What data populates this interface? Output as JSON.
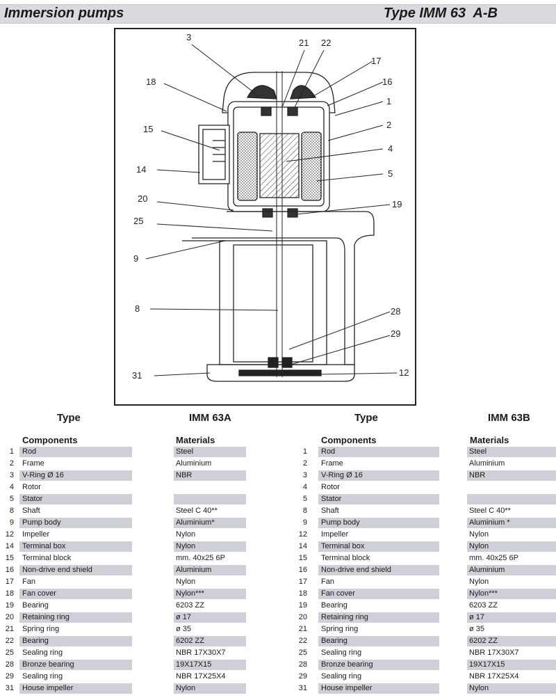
{
  "header": {
    "title": "Immersion pumps",
    "type_title": "Type IMM 63  A-B"
  },
  "drawing": {
    "callouts": [
      "3",
      "21",
      "22",
      "17",
      "18",
      "16",
      "1",
      "2",
      "15",
      "4",
      "14",
      "5",
      "20",
      "19",
      "25",
      "9",
      "8",
      "28",
      "29",
      "31",
      "12"
    ]
  },
  "tables": [
    {
      "type_label": "Type",
      "model": "IMM 63A",
      "components_header": "Components",
      "materials_header": "Materials",
      "rows": [
        {
          "num": "1",
          "component": "Rod",
          "material": "Steel",
          "shaded": true
        },
        {
          "num": "2",
          "component": "Frame",
          "material": "Aluminium",
          "shaded": false
        },
        {
          "num": "3",
          "component": "V-Ring   Ø 16",
          "material": "NBR",
          "shaded": true
        },
        {
          "num": "4",
          "component": "Rotor",
          "material": "",
          "shaded": false
        },
        {
          "num": "5",
          "component": "Stator",
          "material": "",
          "shaded": true
        },
        {
          "num": "8",
          "component": "Shaft",
          "material": "Steel C 40**",
          "shaded": false
        },
        {
          "num": "9",
          "component": "Pump body",
          "material": "Aluminium*",
          "shaded": true
        },
        {
          "num": "12",
          "component": "Impeller",
          "material": "Nylon",
          "shaded": false
        },
        {
          "num": "14",
          "component": "Terminal box",
          "material": "Nylon",
          "shaded": true
        },
        {
          "num": "15",
          "component": "Terminal block",
          "material": "mm. 40x25  6P",
          "shaded": false
        },
        {
          "num": "16",
          "component": "Non-drive end shield",
          "material": "Aluminium",
          "shaded": true
        },
        {
          "num": "17",
          "component": "Fan",
          "material": "Nylon",
          "shaded": false
        },
        {
          "num": "18",
          "component": "Fan cover",
          "material": "Nylon***",
          "shaded": true
        },
        {
          "num": "19",
          "component": "Bearing",
          "material": "6203 ZZ",
          "shaded": false
        },
        {
          "num": "20",
          "component": "Retaining ring",
          "material": "ø 17",
          "shaded": true
        },
        {
          "num": "21",
          "component": "Spring ring",
          "material": "ø 35",
          "shaded": false
        },
        {
          "num": "22",
          "component": "Bearing",
          "material": "6202 ZZ",
          "shaded": true
        },
        {
          "num": "25",
          "component": "Sealing ring",
          "material": "NBR 17X30X7",
          "shaded": false
        },
        {
          "num": "28",
          "component": "Bronze bearing",
          "material": "19X17X15",
          "shaded": true
        },
        {
          "num": "29",
          "component": "Sealing ring",
          "material": "NBR 17X25X4",
          "shaded": false
        },
        {
          "num": "31",
          "component": "House impeller",
          "material": "Nylon",
          "shaded": true
        }
      ]
    },
    {
      "type_label": "Type",
      "model": "IMM 63B",
      "components_header": "Components",
      "materials_header": "Materials",
      "rows": [
        {
          "num": "1",
          "component": "Rod",
          "material": "Steel",
          "shaded": true
        },
        {
          "num": "2",
          "component": "Frame",
          "material": "Aluminium",
          "shaded": false
        },
        {
          "num": "3",
          "component": "V-Ring   Ø 16",
          "material": "NBR",
          "shaded": true
        },
        {
          "num": "4",
          "component": "Rotor",
          "material": "",
          "shaded": false
        },
        {
          "num": "5",
          "component": "Stator",
          "material": "",
          "shaded": true
        },
        {
          "num": "8",
          "component": "Shaft",
          "material": "Steel C 40**",
          "shaded": false
        },
        {
          "num": "9",
          "component": "Pump body",
          "material": "Aluminium *",
          "shaded": true
        },
        {
          "num": "12",
          "component": "Impeller",
          "material": "Nylon",
          "shaded": false
        },
        {
          "num": "14",
          "component": "Terminal box",
          "material": "Nylon",
          "shaded": true
        },
        {
          "num": "15",
          "component": "Terminal block",
          "material": "mm. 40x25  6P",
          "shaded": false
        },
        {
          "num": "16",
          "component": "Non-drive end shield",
          "material": "Aluminium",
          "shaded": true
        },
        {
          "num": "17",
          "component": "Fan",
          "material": "Nylon",
          "shaded": false
        },
        {
          "num": "18",
          "component": "Fan cover",
          "material": "Nylon***",
          "shaded": true
        },
        {
          "num": "19",
          "component": "Bearing",
          "material": "6203 ZZ",
          "shaded": false
        },
        {
          "num": "20",
          "component": "Retaining ring",
          "material": "ø 17",
          "shaded": true
        },
        {
          "num": "21",
          "component": "Spring ring",
          "material": "ø 35",
          "shaded": false
        },
        {
          "num": "22",
          "component": "Bearing",
          "material": "6202 ZZ",
          "shaded": true
        },
        {
          "num": "25",
          "component": "Sealing ring",
          "material": "NBR 17X30X7",
          "shaded": false
        },
        {
          "num": "28",
          "component": "Bronze bearing",
          "material": "19X17X15",
          "shaded": true
        },
        {
          "num": "29",
          "component": "Sealing ring",
          "material": "NBR 17X25X4",
          "shaded": false
        },
        {
          "num": "31",
          "component": "House impeller",
          "material": "Nylon",
          "shaded": true
        }
      ]
    }
  ]
}
